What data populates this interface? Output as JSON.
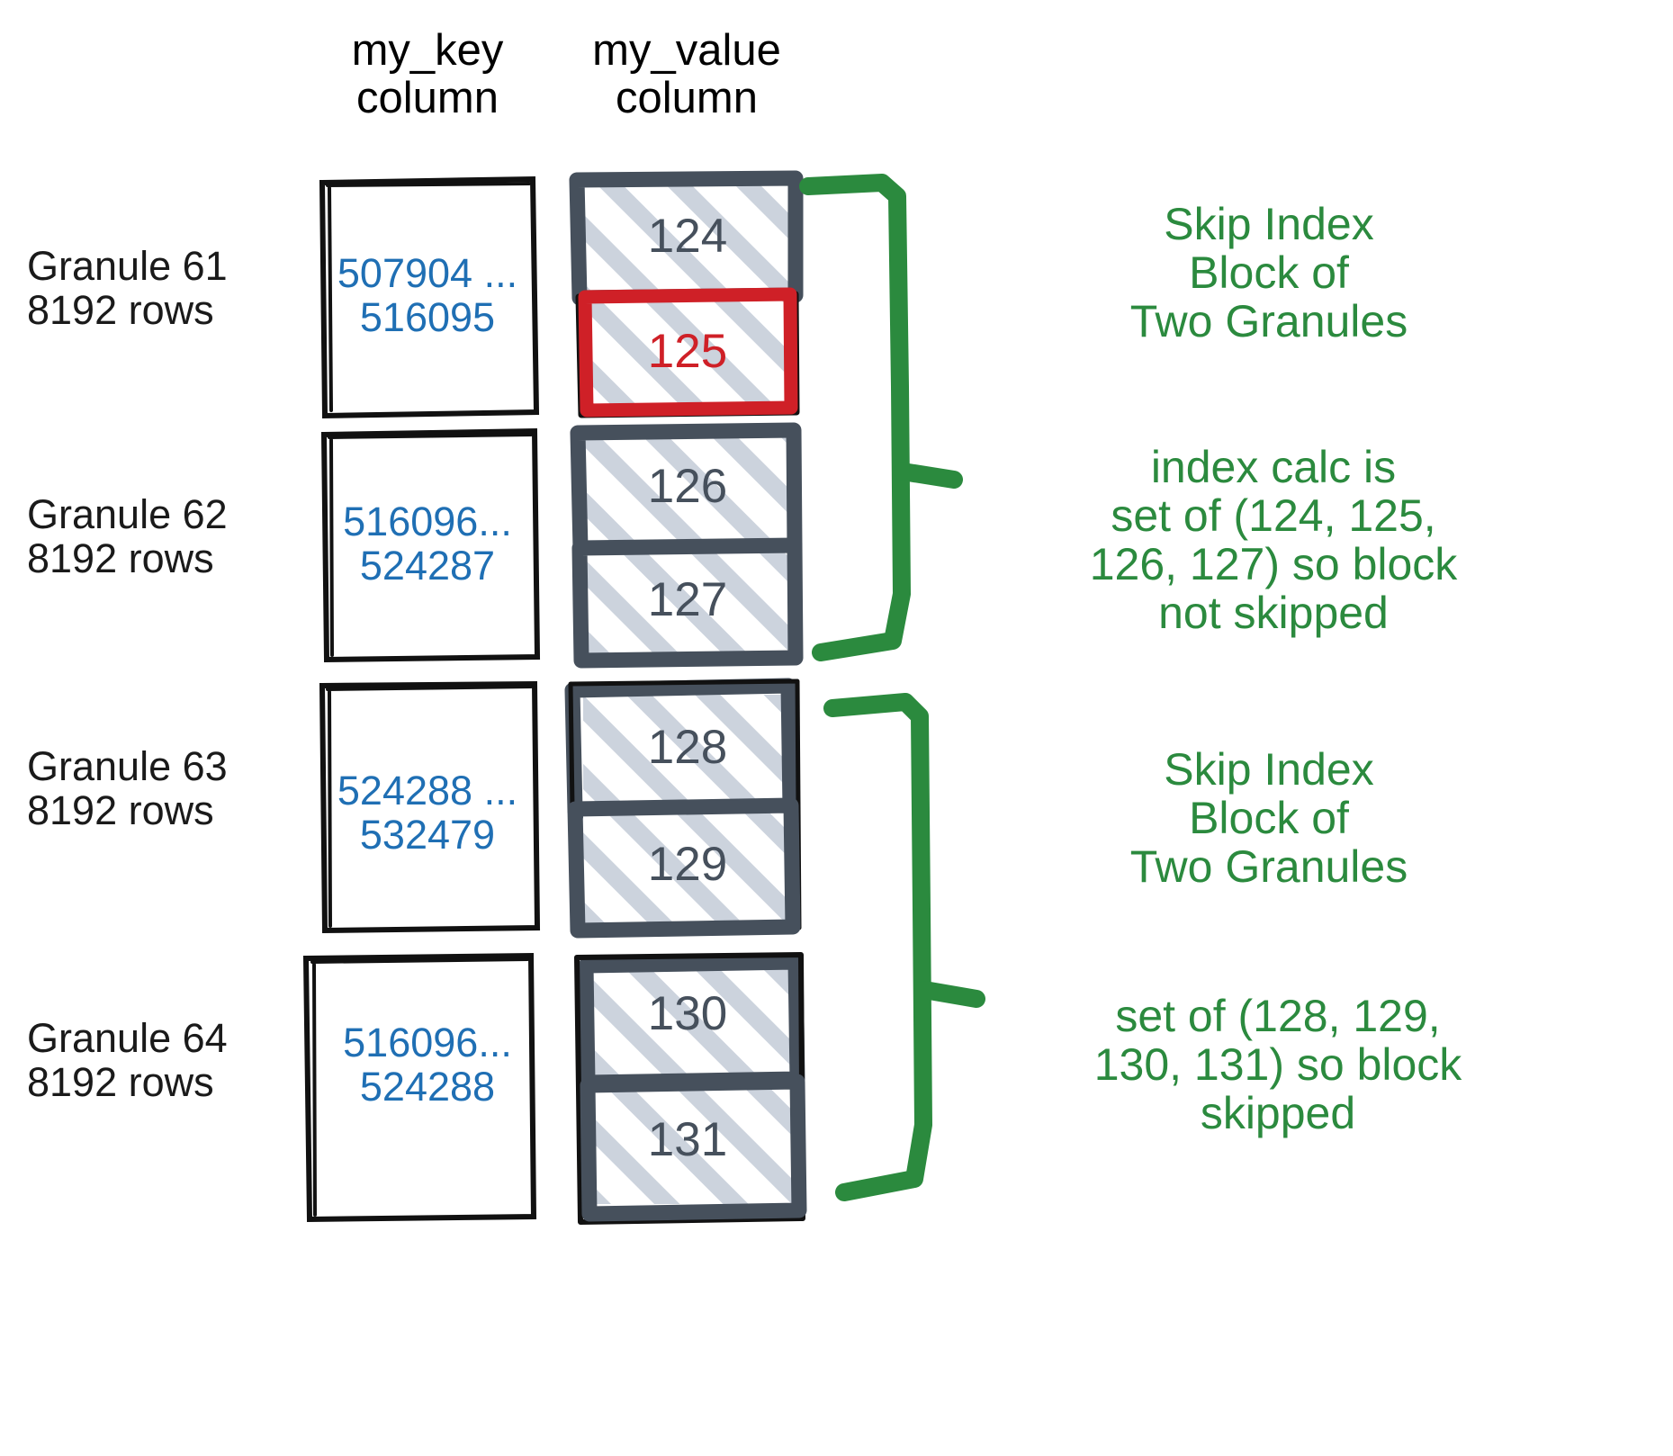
{
  "headers": {
    "key_column": "my_key\ncolumn",
    "value_column": "my_value\ncolumn"
  },
  "colors": {
    "key_text": "#1f6fb4",
    "value_text": "#46505c",
    "highlight": "#cf2027",
    "note": "#2b8a3e",
    "box_border": "#46505c",
    "hatch": "#ccd3dd",
    "outline": "#111111"
  },
  "granules": [
    {
      "label": "Granule 61\n8192 rows",
      "key_range": "507904 ...\n516095",
      "values": [
        {
          "text": "124",
          "highlighted": false
        },
        {
          "text": "125",
          "highlighted": true
        }
      ]
    },
    {
      "label": "Granule 62\n8192 rows",
      "key_range": "516096...\n524287",
      "values": [
        {
          "text": "126",
          "highlighted": false
        },
        {
          "text": "127",
          "highlighted": false
        }
      ]
    },
    {
      "label": "Granule 63\n8192 rows",
      "key_range": "524288 ...\n532479",
      "values": [
        {
          "text": "128",
          "highlighted": false
        },
        {
          "text": "129",
          "highlighted": false
        }
      ]
    },
    {
      "label": "Granule 64\n8192 rows",
      "key_range": "516096...\n524288",
      "values": [
        {
          "text": "130",
          "highlighted": false
        },
        {
          "text": "131",
          "highlighted": false
        }
      ]
    }
  ],
  "notes": [
    {
      "text": "Skip Index\nBlock of\nTwo Granules"
    },
    {
      "text": "index calc is\nset of (124, 125,\n126, 127) so block\nnot skipped"
    },
    {
      "text": "Skip Index\nBlock of\nTwo Granules"
    },
    {
      "text": "set of (128, 129,\n130, 131) so block\nskipped"
    }
  ]
}
